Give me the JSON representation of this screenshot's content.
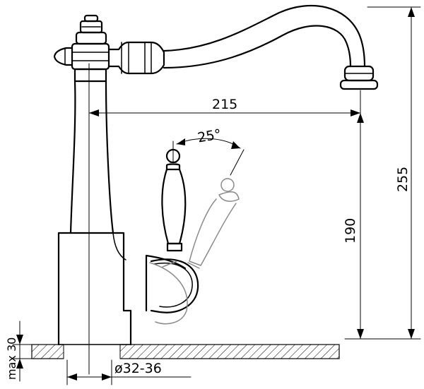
{
  "dimensions": {
    "reach": "215",
    "total_height": "255",
    "spout_height": "190",
    "handle_angle": "25°",
    "hole_diameter": "ø32-36",
    "max_thickness": "max 30"
  },
  "colors": {
    "line": "#000000",
    "ghost_line": "#8a8a8a",
    "background": "#ffffff"
  }
}
